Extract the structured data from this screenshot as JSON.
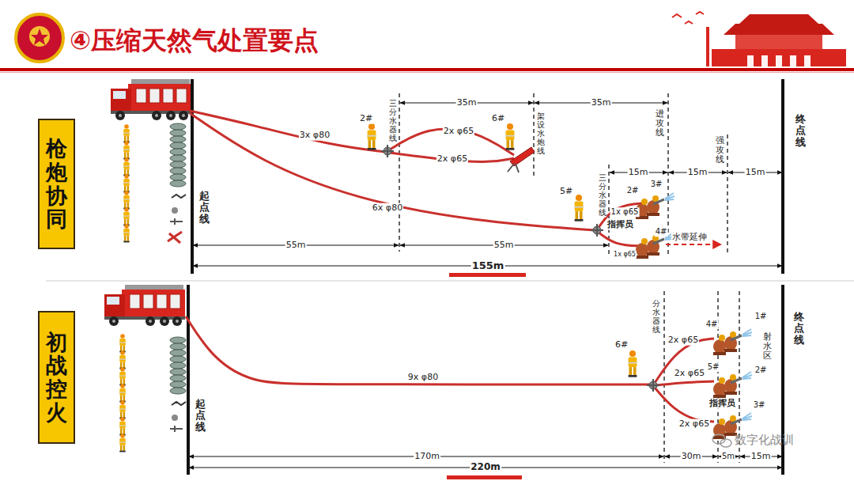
{
  "diagram": {
    "title": "④压缩天然气处置要点",
    "nodes": [
      {
        "text": [
          "枪炮协同"
        ]
      },
      {
        "text": [
          "初战控火"
        ]
      }
    ],
    "labels": [
      "2#",
      "三分水器线",
      "35m",
      "架设水炮线",
      "35m",
      "进攻线",
      "6#",
      "3x φ80",
      "2x φ65",
      "2x φ65",
      "终点线",
      "起点线",
      "5#",
      "三分水器线",
      "15m",
      "15m",
      "强攻线",
      "15m",
      "2#",
      "3#",
      "1x φ65",
      "指挥员",
      "4#",
      "1x φ65",
      "水带延伸",
      "6x φ80",
      "55m",
      "55m",
      "155m",
      "起点线",
      "分水器线",
      "终点线",
      "6#",
      "4#",
      "1#",
      "射水区",
      "2x φ65",
      "5#",
      "2#",
      "9x φ80",
      "2x φ65",
      "指挥员",
      "3#",
      "2x φ65",
      "数字化战训",
      "170m",
      "30m",
      "5m",
      "15m",
      "220m"
    ]
  }
}
